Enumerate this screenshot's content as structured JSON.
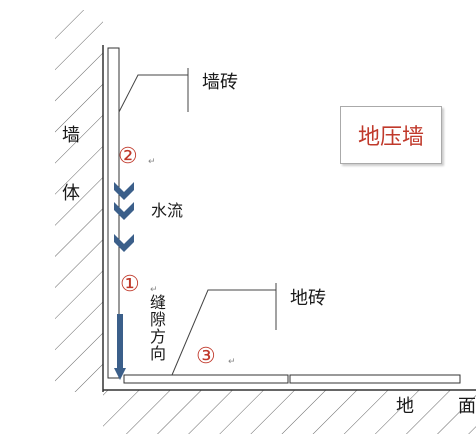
{
  "title": "地压墙",
  "labels": {
    "wall_body_1": "墙",
    "wall_body_2": "体",
    "wall_tile": "墙砖",
    "floor_tile": "地砖",
    "water_flow": "水流",
    "gap_direction": "缝隙方向",
    "ground_1": "地",
    "ground_2": "面"
  },
  "markers": {
    "m1": "①",
    "m2": "②",
    "m3": "③",
    "return_mark": "↵"
  },
  "colors": {
    "title_text": "#c0392b",
    "marker": "#c0392b",
    "arrow": "#3b5f8a",
    "line": "#333333",
    "hatch": "#666666"
  },
  "icons": [
    "down-chevron-icon",
    "down-arrow-icon"
  ]
}
